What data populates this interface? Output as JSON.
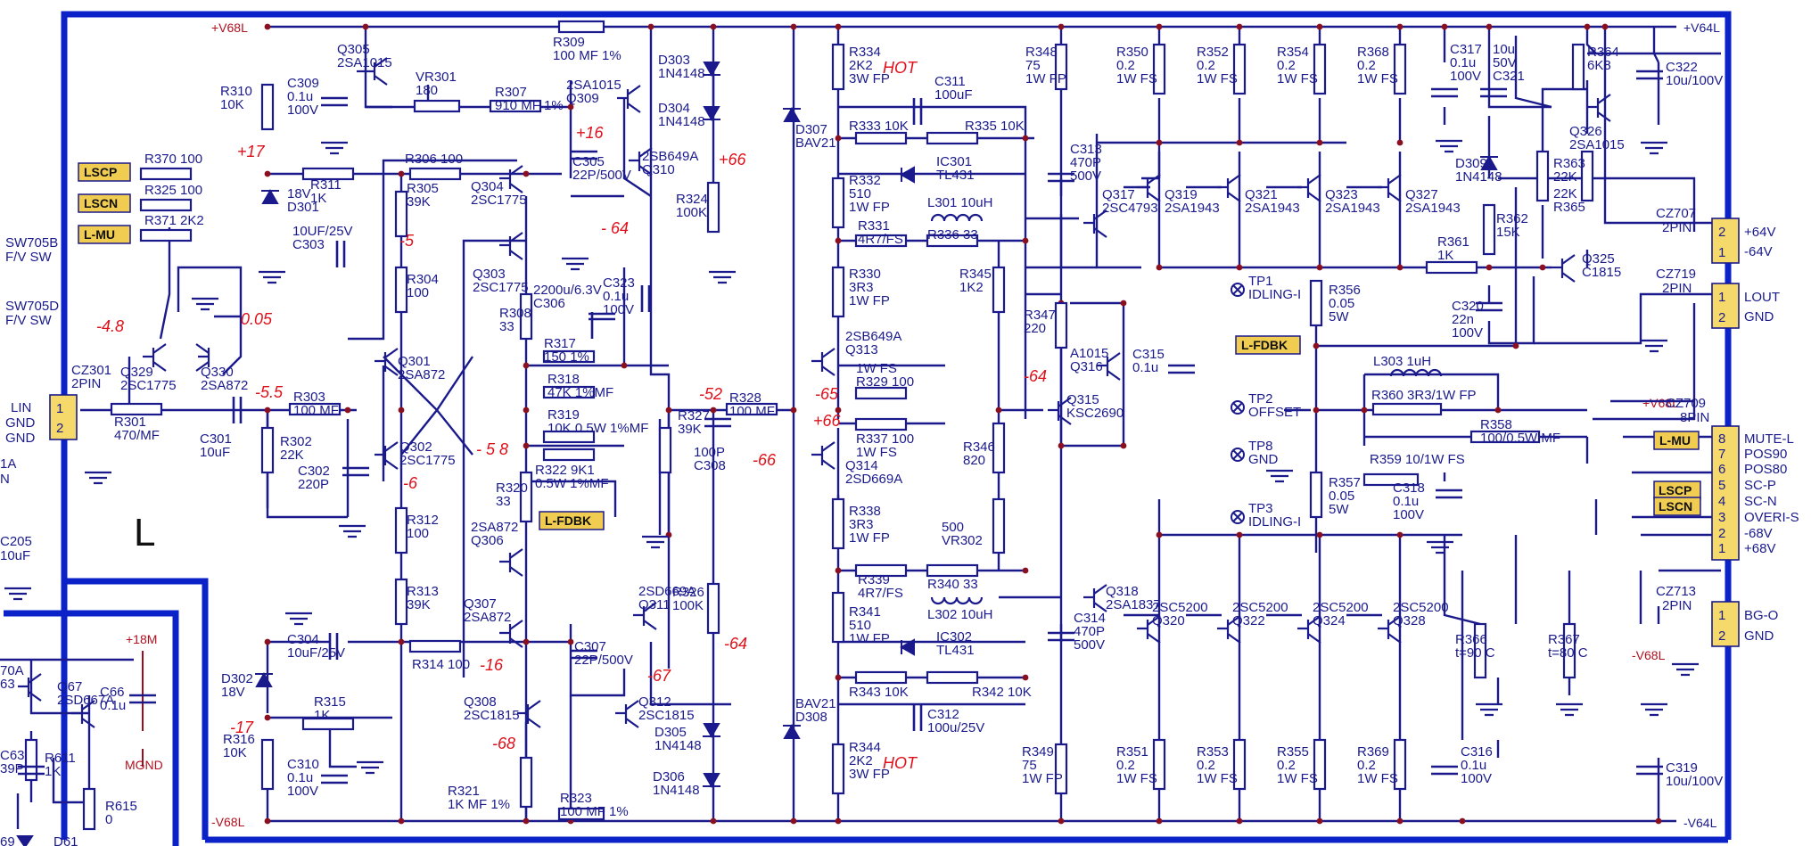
{
  "rails": {
    "v68l_pos": "+V68L",
    "v68l_neg": "-V68L",
    "v64l_pos": "+V64L",
    "v64l_neg": "-V64L",
    "plus18m": "+18M",
    "mgnd": "MGND",
    "minus68l": "-V68L",
    "v68l_conn": "+V68L"
  },
  "section_label": "L",
  "tags": {
    "lscp": "LSCP",
    "lscn": "LSCN",
    "lmu": "L-MU",
    "lfdbk": "L-FDBK"
  },
  "left_edge": {
    "sw705b": [
      "SW705B",
      "F/V SW"
    ],
    "sw705d": [
      "SW705D",
      "F/V SW"
    ],
    "lin": [
      "LIN",
      "GND",
      "GND"
    ],
    "c205": [
      "C205",
      "10uF"
    ],
    "frag_1a": "1A",
    "frag_n": "N"
  },
  "components": [
    {
      "id": "q305",
      "lines": [
        "Q305",
        "2SA1015"
      ]
    },
    {
      "id": "r309",
      "lines": [
        "R309",
        "100 MF 1%"
      ]
    },
    {
      "id": "r310",
      "lines": [
        "R310",
        "10K"
      ]
    },
    {
      "id": "c309",
      "lines": [
        "C309",
        "0.1u",
        "100V"
      ]
    },
    {
      "id": "vr301",
      "lines": [
        "VR301",
        "180"
      ]
    },
    {
      "id": "r307",
      "lines": [
        "R307",
        "910 MF 1%"
      ]
    },
    {
      "id": "q309",
      "lines": [
        "2SA1015",
        "Q309"
      ]
    },
    {
      "id": "d303",
      "lines": [
        "D303",
        "1N4148"
      ]
    },
    {
      "id": "d304",
      "lines": [
        "D304",
        "1N4148"
      ]
    },
    {
      "id": "r370",
      "lines": [
        "R370   100"
      ]
    },
    {
      "id": "r325",
      "lines": [
        "R325   100"
      ]
    },
    {
      "id": "r371",
      "lines": [
        "R371   2K2"
      ]
    },
    {
      "id": "r306",
      "lines": [
        "R306   100"
      ]
    },
    {
      "id": "r311",
      "lines": [
        "R311",
        "1K"
      ]
    },
    {
      "id": "d301",
      "lines": [
        "18V",
        "D301"
      ]
    },
    {
      "id": "c303",
      "lines": [
        "10UF/25V",
        "C303"
      ]
    },
    {
      "id": "r305",
      "lines": [
        "R305",
        "39K"
      ]
    },
    {
      "id": "q304",
      "lines": [
        "Q304",
        "2SC1775"
      ]
    },
    {
      "id": "c305",
      "lines": [
        "C305",
        "22P/500V"
      ]
    },
    {
      "id": "q310",
      "lines": [
        "2SB649A",
        "Q310"
      ]
    },
    {
      "id": "r324",
      "lines": [
        "R324",
        "100K"
      ]
    },
    {
      "id": "q303",
      "lines": [
        "Q303",
        "2SC1775"
      ]
    },
    {
      "id": "r304",
      "lines": [
        "R304",
        "100"
      ]
    },
    {
      "id": "c306",
      "lines": [
        "2200u/6.3V",
        "C306"
      ]
    },
    {
      "id": "c323",
      "lines": [
        "C323",
        "0.1u",
        "100V"
      ]
    },
    {
      "id": "r308",
      "lines": [
        "R308",
        "33"
      ]
    },
    {
      "id": "r317",
      "lines": [
        "R317",
        "150 1%"
      ]
    },
    {
      "id": "q329",
      "lines": [
        "Q329",
        "2SC1775"
      ]
    },
    {
      "id": "q330",
      "lines": [
        "Q330",
        "2SA872"
      ]
    },
    {
      "id": "cz301",
      "lines": [
        "CZ301",
        "2PIN"
      ]
    },
    {
      "id": "r301",
      "lines": [
        "R301",
        "470/MF"
      ]
    },
    {
      "id": "r303",
      "lines": [
        "R303",
        "100 MF"
      ]
    },
    {
      "id": "c301",
      "lines": [
        "C301",
        "10uF"
      ]
    },
    {
      "id": "q301",
      "lines": [
        "Q301",
        "2SA872"
      ]
    },
    {
      "id": "r318",
      "lines": [
        "R318",
        "47K 1%MF"
      ]
    },
    {
      "id": "r319",
      "lines": [
        "R319",
        "10K 0.5W 1%MF"
      ]
    },
    {
      "id": "r327",
      "lines": [
        "R327",
        "39K"
      ]
    },
    {
      "id": "c308",
      "lines": [
        "100P",
        "C308"
      ]
    },
    {
      "id": "r328",
      "lines": [
        "R328",
        "100 MF"
      ]
    },
    {
      "id": "r302",
      "lines": [
        "R302",
        "22K"
      ]
    },
    {
      "id": "c302",
      "lines": [
        "C302",
        "220P"
      ]
    },
    {
      "id": "q302",
      "lines": [
        "Q302",
        "2SC1775"
      ]
    },
    {
      "id": "r322",
      "lines": [
        "R322 9K1",
        "0.5W 1%MF"
      ]
    },
    {
      "id": "r320",
      "lines": [
        "R320",
        "33"
      ]
    },
    {
      "id": "r312",
      "lines": [
        "R312",
        "100"
      ]
    },
    {
      "id": "q306",
      "lines": [
        "2SA872",
        "Q306"
      ]
    },
    {
      "id": "r313",
      "lines": [
        "R313",
        "39K"
      ]
    },
    {
      "id": "q307",
      "lines": [
        "Q307",
        "2SA872"
      ]
    },
    {
      "id": "r326",
      "lines": [
        "R326",
        "100K"
      ]
    },
    {
      "id": "q311",
      "lines": [
        "2SD669A",
        "Q311"
      ]
    },
    {
      "id": "c304",
      "lines": [
        "C304",
        "10uF/25V"
      ]
    },
    {
      "id": "r314",
      "lines": [
        "R314   100"
      ]
    },
    {
      "id": "c307",
      "lines": [
        "C307",
        "22P/500V"
      ]
    },
    {
      "id": "d302",
      "lines": [
        "D302",
        "18V"
      ]
    },
    {
      "id": "r315",
      "lines": [
        "R315",
        "1K"
      ]
    },
    {
      "id": "q308",
      "lines": [
        "Q308",
        "2SC1815"
      ]
    },
    {
      "id": "q312",
      "lines": [
        "Q312",
        "2SC1815"
      ]
    },
    {
      "id": "d305",
      "lines": [
        "D305",
        "1N4148"
      ]
    },
    {
      "id": "r316",
      "lines": [
        "R316",
        "10K"
      ]
    },
    {
      "id": "c310",
      "lines": [
        "C310",
        "0.1u",
        "100V"
      ]
    },
    {
      "id": "r321",
      "lines": [
        "R321",
        "1K MF 1%"
      ]
    },
    {
      "id": "r323",
      "lines": [
        "R323",
        "100 MF 1%"
      ]
    },
    {
      "id": "d306",
      "lines": [
        "D306",
        "1N4148"
      ]
    },
    {
      "id": "r334",
      "lines": [
        "R334",
        "2K2",
        "3W FP"
      ]
    },
    {
      "id": "c311",
      "lines": [
        "C311",
        "100uF"
      ]
    },
    {
      "id": "d307",
      "lines": [
        "D307",
        "BAV21"
      ]
    },
    {
      "id": "r333",
      "lines": [
        "R333 10K"
      ]
    },
    {
      "id": "r335",
      "lines": [
        "R335  10K"
      ]
    },
    {
      "id": "ic301",
      "lines": [
        "IC301",
        "TL431"
      ]
    },
    {
      "id": "r332",
      "lines": [
        "R332",
        "510",
        "1W FP"
      ]
    },
    {
      "id": "l301",
      "lines": [
        "L301  10uH"
      ]
    },
    {
      "id": "r331",
      "lines": [
        "R331",
        "4R7/FS"
      ]
    },
    {
      "id": "r336",
      "lines": [
        "R336   33"
      ]
    },
    {
      "id": "r330",
      "lines": [
        "R330",
        "3R3",
        "1W FP"
      ]
    },
    {
      "id": "r345",
      "lines": [
        "R345",
        "1K2"
      ]
    },
    {
      "id": "q313",
      "lines": [
        "2SB649A",
        "Q313"
      ]
    },
    {
      "id": "r329",
      "lines": [
        "1W FS",
        "R329  100"
      ]
    },
    {
      "id": "r337",
      "lines": [
        "R337  100",
        "1W FS"
      ]
    },
    {
      "id": "q314",
      "lines": [
        "Q314",
        "2SD669A"
      ]
    },
    {
      "id": "r346",
      "lines": [
        "R346",
        "820"
      ]
    },
    {
      "id": "r338",
      "lines": [
        "R338",
        "3R3",
        "1W FP"
      ]
    },
    {
      "id": "vr302",
      "lines": [
        "500",
        "VR302"
      ]
    },
    {
      "id": "r339",
      "lines": [
        "R339",
        "4R7/FS"
      ]
    },
    {
      "id": "r340",
      "lines": [
        "R340   33"
      ]
    },
    {
      "id": "r341",
      "lines": [
        "R341",
        "510",
        "1W FP"
      ]
    },
    {
      "id": "l302",
      "lines": [
        "L302  10uH"
      ]
    },
    {
      "id": "ic302",
      "lines": [
        "IC302",
        "TL431"
      ]
    },
    {
      "id": "r343",
      "lines": [
        "R343 10K"
      ]
    },
    {
      "id": "r342",
      "lines": [
        "R342 10K"
      ]
    },
    {
      "id": "d308",
      "lines": [
        "BAV21",
        "D308"
      ]
    },
    {
      "id": "c312",
      "lines": [
        "C312",
        "100u/25V"
      ]
    },
    {
      "id": "r344",
      "lines": [
        "R344",
        "2K2",
        "3W FP"
      ]
    },
    {
      "id": "r348",
      "lines": [
        "R348",
        "75",
        "1W FP"
      ]
    },
    {
      "id": "c313",
      "lines": [
        "C313",
        "470P",
        "500V"
      ]
    },
    {
      "id": "q317",
      "lines": [
        "Q317",
        "2SC4793"
      ]
    },
    {
      "id": "r347",
      "lines": [
        "R347",
        "220"
      ]
    },
    {
      "id": "q316",
      "lines": [
        "A1015",
        "Q316"
      ]
    },
    {
      "id": "c315",
      "lines": [
        "C315",
        "0.1u"
      ]
    },
    {
      "id": "q315",
      "lines": [
        "Q315",
        "KSC2690"
      ]
    },
    {
      "id": "q318",
      "lines": [
        "Q318",
        "2SA1837"
      ]
    },
    {
      "id": "c314",
      "lines": [
        "C314",
        "470P",
        "500V"
      ]
    },
    {
      "id": "r349",
      "lines": [
        "R349",
        "75",
        "1W FP"
      ]
    },
    {
      "id": "r350",
      "lines": [
        "R350",
        "0.2",
        "1W FS"
      ]
    },
    {
      "id": "r352",
      "lines": [
        "R352",
        "0.2",
        "1W FS"
      ]
    },
    {
      "id": "r354",
      "lines": [
        "R354",
        "0.2",
        "1W FS"
      ]
    },
    {
      "id": "r368",
      "lines": [
        "R368",
        "0.2",
        "1W FS"
      ]
    },
    {
      "id": "q319",
      "lines": [
        "Q319",
        "2SA1943"
      ]
    },
    {
      "id": "q321",
      "lines": [
        "Q321",
        "2SA1943"
      ]
    },
    {
      "id": "q323",
      "lines": [
        "Q323",
        "2SA1943"
      ]
    },
    {
      "id": "q327",
      "lines": [
        "Q327",
        "2SA1943"
      ]
    },
    {
      "id": "q320",
      "lines": [
        "2SC5200",
        "Q320"
      ]
    },
    {
      "id": "q322",
      "lines": [
        "2SC5200",
        "Q322"
      ]
    },
    {
      "id": "q324",
      "lines": [
        "2SC5200",
        "Q324"
      ]
    },
    {
      "id": "q328",
      "lines": [
        "2SC5200",
        "Q328"
      ]
    },
    {
      "id": "r351",
      "lines": [
        "R351",
        "0.2",
        "1W FS"
      ]
    },
    {
      "id": "r353",
      "lines": [
        "R353",
        "0.2",
        "1W FS"
      ]
    },
    {
      "id": "r355",
      "lines": [
        "R355",
        "0.2",
        "1W FS"
      ]
    },
    {
      "id": "r369",
      "lines": [
        "R369",
        "0.2",
        "1W FS"
      ]
    },
    {
      "id": "tp1",
      "lines": [
        "TP1",
        "IDLING-I"
      ]
    },
    {
      "id": "r356",
      "lines": [
        "R356",
        "0.05",
        "5W"
      ]
    },
    {
      "id": "tp2",
      "lines": [
        "TP2",
        "OFFSET"
      ]
    },
    {
      "id": "tp8",
      "lines": [
        "TP8",
        "GND"
      ]
    },
    {
      "id": "tp3",
      "lines": [
        "TP3",
        "IDLING-I"
      ]
    },
    {
      "id": "r357",
      "lines": [
        "R357",
        "0.05",
        "5W"
      ]
    },
    {
      "id": "l303",
      "lines": [
        "L303   1uH"
      ]
    },
    {
      "id": "r360",
      "lines": [
        "R360 3R3/1W FP"
      ]
    },
    {
      "id": "r359",
      "lines": [
        "R359 10/1W FS"
      ]
    },
    {
      "id": "r358",
      "lines": [
        "R358",
        "100/0.5W MF"
      ]
    },
    {
      "id": "c318",
      "lines": [
        "C318",
        "0.1u",
        "100V"
      ]
    },
    {
      "id": "c317",
      "lines": [
        "C317",
        "0.1u",
        "100V"
      ]
    },
    {
      "id": "c321",
      "lines": [
        "10u",
        "50V",
        "C321"
      ]
    },
    {
      "id": "r364",
      "lines": [
        "R364",
        "6K8"
      ]
    },
    {
      "id": "q326",
      "lines": [
        "Q326",
        "2SA1015"
      ]
    },
    {
      "id": "d309",
      "lines": [
        "D309",
        "1N4148"
      ]
    },
    {
      "id": "r362",
      "lines": [
        "R362",
        "15K"
      ]
    },
    {
      "id": "r363",
      "lines": [
        "R363",
        "22K"
      ]
    },
    {
      "id": "r365",
      "lines": [
        "22K",
        "R365"
      ]
    },
    {
      "id": "r361",
      "lines": [
        "R361",
        "1K"
      ]
    },
    {
      "id": "q325",
      "lines": [
        "Q325",
        "C1815"
      ]
    },
    {
      "id": "c320",
      "lines": [
        "C320",
        "22n",
        "100V"
      ]
    },
    {
      "id": "c322",
      "lines": [
        "C322",
        "10u/100V"
      ]
    },
    {
      "id": "c316",
      "lines": [
        "C316",
        "0.1u",
        "100V"
      ]
    },
    {
      "id": "c319",
      "lines": [
        "C319",
        "10u/100V"
      ]
    },
    {
      "id": "r366",
      "lines": [
        "R366",
        "t=90 C"
      ]
    },
    {
      "id": "r367",
      "lines": [
        "R367",
        "t=80 C"
      ]
    },
    {
      "id": "q67",
      "lines": [
        "Q67",
        "2SD667A"
      ]
    },
    {
      "id": "c66",
      "lines": [
        "C66",
        "0.1u"
      ]
    },
    {
      "id": "c63",
      "lines": [
        "C63",
        "39P"
      ]
    },
    {
      "id": "r611",
      "lines": [
        "R611",
        "1K"
      ]
    },
    {
      "id": "r615",
      "lines": [
        "R615",
        "0"
      ]
    },
    {
      "id": "frag70a",
      "lines": [
        "70A",
        "63"
      ]
    },
    {
      "id": "d61",
      "lines": [
        "D61"
      ]
    },
    {
      "id": "frag69",
      "lines": [
        "69"
      ]
    }
  ],
  "connectors": {
    "cz707": {
      "title": [
        "CZ707",
        "2PIN"
      ],
      "pins": [
        "2",
        "1"
      ],
      "signals": [
        "+64V",
        "-64V"
      ]
    },
    "cz719": {
      "title": [
        "CZ719",
        "2PIN"
      ],
      "pins": [
        "1",
        "2"
      ],
      "signals": [
        "LOUT",
        "GND"
      ]
    },
    "cz709": {
      "title": [
        "CZ709",
        "8PIN"
      ],
      "pins": [
        "8",
        "7",
        "6",
        "5",
        "4",
        "3",
        "2",
        "1"
      ],
      "signals": [
        "MUTE-L",
        "POS90",
        "POS80",
        "SC-P",
        "SC-N",
        "OVERI-S",
        "-68V",
        "+68V"
      ]
    },
    "cz713": {
      "title": [
        "CZ713",
        "2PIN"
      ],
      "pins": [
        "1",
        "2"
      ],
      "signals": [
        "BG-O",
        "GND"
      ]
    },
    "cz301": {
      "pins": [
        "1",
        "2"
      ]
    }
  },
  "annotations": {
    "a_17p": "+17",
    "a_16p": "+16",
    "a_66p": "+66",
    "a_hot1": "HOT",
    "a_hot2": "HOT",
    "a_m5": "-5",
    "a_m64a": "- 64",
    "a_m48": "-4.8",
    "a_005": "0.05",
    "a_m55": "-5.5",
    "a_m52": "-52",
    "a_m65": "-65",
    "a_m64b": "-64",
    "a_m58": "- 5 8",
    "a_p66b": "+66",
    "a_m66": "-66",
    "a_m6": "-6",
    "a_m64c": "-64",
    "a_m16": "-16",
    "a_m67": "-67",
    "a_m68": "-68",
    "a_m17": "-17"
  }
}
